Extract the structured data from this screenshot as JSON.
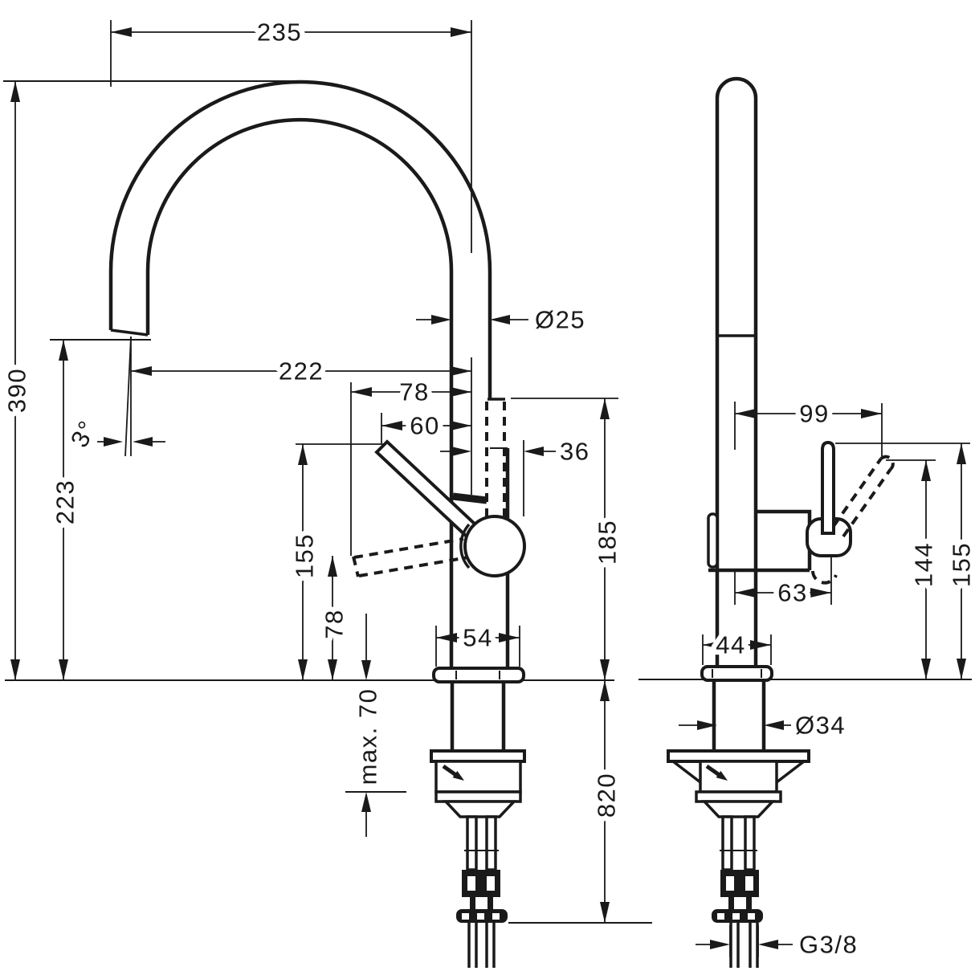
{
  "drawing": {
    "kind": "technical-dimension-drawing",
    "subject": "kitchen mixer tap, two orthographic views with installation dimensions",
    "background_color": "#ffffff",
    "line_color": "#1a1a1a",
    "unit": "mm"
  },
  "dims": {
    "d235": "235",
    "d390": "390",
    "d223": "223",
    "d3": "3°",
    "d222": "222",
    "d78a": "78",
    "d60": "60",
    "d25": "Ø25",
    "d36": "36",
    "d155a": "155",
    "d78b": "78",
    "d54": "54",
    "dmax70": "max. 70",
    "d185": "185",
    "d820": "820",
    "d99": "99",
    "d144": "144",
    "d155b": "155",
    "d63": "63",
    "d44": "44",
    "d34": "Ø34",
    "dg38": "G3/8"
  }
}
